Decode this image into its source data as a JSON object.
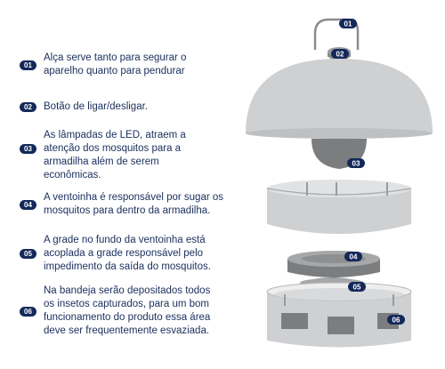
{
  "items": [
    {
      "number": "01",
      "text": "Alça serve tanto para segurar o aparelho quanto para pendurar"
    },
    {
      "number": "02",
      "text": "Botão de ligar/desligar."
    },
    {
      "number": "03",
      "text": "As lâmpadas de LED, atraem a atenção dos mosquitos para a armadilha além de serem econômicas."
    },
    {
      "number": "04",
      "text": "A ventoinha é responsável por sugar os mosquitos para dentro da armadilha."
    },
    {
      "number": "05",
      "text": "A grade no fundo da ventoinha está acoplada a grade responsável pelo impedimento da saída do mosquitos."
    },
    {
      "number": "06",
      "text": "Na bandeja serão depositados todos os insetos capturados, para um bom funcionamento do produto essa área deve ser frequentemente esvaziada."
    }
  ],
  "callouts": [
    "01",
    "02",
    "03",
    "04",
    "05",
    "06"
  ],
  "colors": {
    "badge": "#14295a",
    "text": "#1a2f5c",
    "device_light": "#cfd0d2",
    "device_mid": "#a6a7a9",
    "device_dark": "#7c7d7f",
    "device_darkest": "#5a5b5d"
  }
}
